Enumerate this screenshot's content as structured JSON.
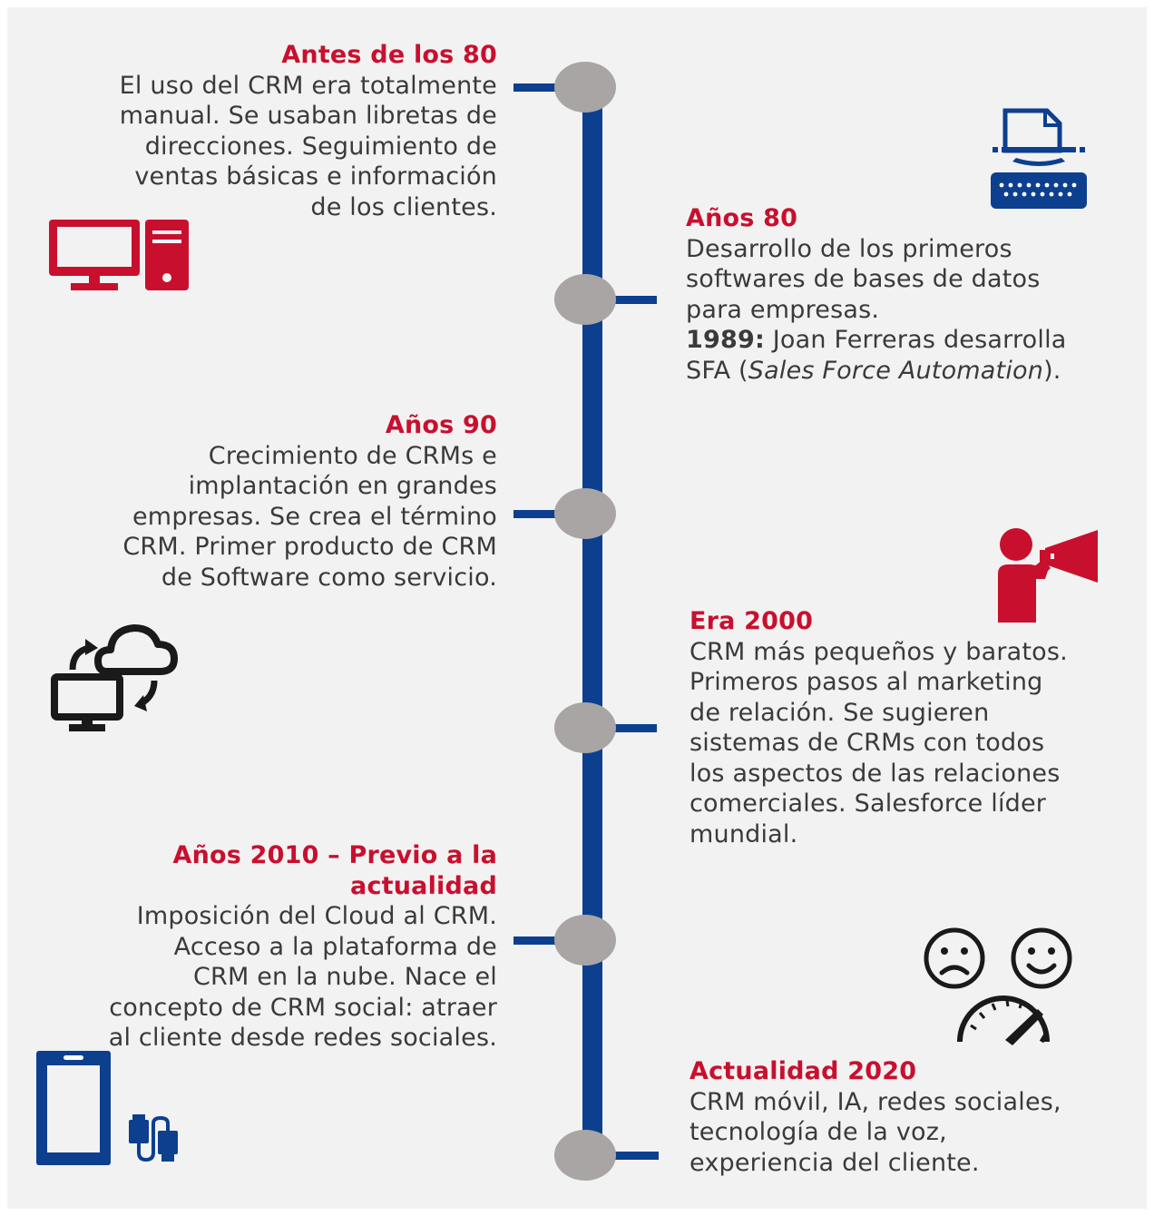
{
  "colors": {
    "accent_red": "#c8102e",
    "timeline_blue": "#0d3f8f",
    "node_gray": "#a8a5a4",
    "text": "#3a3a3a",
    "icon_black": "#1a1a1a"
  },
  "events": [
    {
      "title": "Antes de los 80",
      "lines": [
        "El uso del CRM era totalmente",
        "manual. Se usaban libretas de",
        "direcciones. Seguimiento de",
        "ventas básicas e información",
        "de los clientes."
      ]
    },
    {
      "title": "Años 80",
      "lines": [
        "Desarrollo de los primeros",
        "softwares de bases de datos",
        "para empresas."
      ],
      "year": "1989:",
      "year_text": " Joan Ferreras desarrolla",
      "sfa_prefix": "SFA (",
      "sfa_italic": "Sales Force Automation",
      "sfa_suffix": ")."
    },
    {
      "title": "Años 90",
      "lines": [
        "Crecimiento de CRMs e",
        "implantación en  grandes",
        "empresas. Se crea el término",
        "CRM. Primer producto de CRM",
        "de Software como servicio."
      ]
    },
    {
      "title": "Era 2000",
      "lines": [
        "CRM más pequeños y baratos.",
        "Primeros pasos al marketing",
        "de relación. Se sugieren",
        "sistemas de CRMs con todos",
        "los aspectos de las relaciones",
        "comerciales. Salesforce líder",
        "mundial."
      ]
    },
    {
      "title_line1": "Años 2010 – Previo a la",
      "title_line2": "actualidad",
      "lines": [
        "Imposición del Cloud al CRM.",
        "Acceso a la plataforma de",
        "CRM en la nube. Nace el",
        "concepto de CRM social: atraer",
        "al cliente desde redes sociales."
      ]
    },
    {
      "title": "Actualidad  2020",
      "lines": [
        "CRM móvil, IA, redes sociales,",
        "tecnología de la voz,",
        "experiencia del cliente."
      ]
    }
  ],
  "icons": [
    "desktop-computer-icon",
    "typewriter-icon",
    "cloud-sync-icon",
    "megaphone-person-icon",
    "sentiment-meter-icon",
    "tablet-charger-icon"
  ]
}
